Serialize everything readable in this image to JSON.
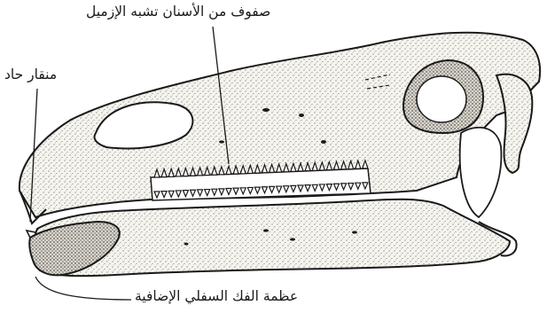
{
  "labels": {
    "teeth_rows": "صفوف من الأسنان تشبه الإزميل",
    "beak": "منقار حاد",
    "predentary": "عظمة الفك السفلي الإضافية"
  },
  "colors": {
    "ink": "#1a1a1a",
    "bone_fill": "#f4f1ea",
    "background": "#ffffff"
  }
}
